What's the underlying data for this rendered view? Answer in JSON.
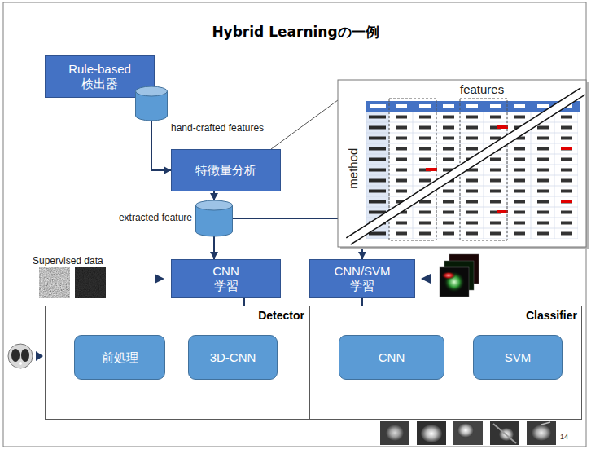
{
  "diagram": {
    "title": "Hybrid Learningの一例",
    "nodes": [
      {
        "text": [
          "Rule-based 検出器"
        ]
      },
      {
        "text": [
          "features",
          "method"
        ]
      },
      {
        "text": [
          "hand-crafted features"
        ]
      },
      {
        "text": [
          "特徴量分析"
        ]
      },
      {
        "text": [
          "extracted feature"
        ]
      },
      {
        "text": [
          "CNN 学習"
        ]
      },
      {
        "text": [
          "CNN/SVM 学習"
        ]
      },
      {
        "text": [
          "Detector"
        ]
      },
      {
        "text": [
          "前処理"
        ],
        "in": 7
      },
      {
        "text": [
          "3D-CNN"
        ],
        "in": 7
      },
      {
        "text": [
          "Classifier"
        ]
      },
      {
        "text": [
          "CNN"
        ],
        "in": 10
      },
      {
        "text": [
          "SVM"
        ],
        "in": 10
      }
    ],
    "edges": [
      {
        "from": 2,
        "to": 3,
        "arrow": "to"
      },
      {
        "from": 3,
        "to": 4,
        "arrow": "to"
      },
      {
        "from": 4,
        "to": 5,
        "arrow": "to"
      },
      {
        "from": 4,
        "to": 6,
        "arrow": "to"
      },
      {
        "from": 5,
        "to": 9,
        "arrow": "to"
      },
      {
        "from": 6,
        "to": 11,
        "arrow": "to"
      },
      {
        "from": 6,
        "to": 12,
        "arrow": "to"
      },
      {
        "from": 8,
        "to": 9,
        "arrow": "to"
      },
      {
        "from": 9,
        "to": 11,
        "arrow": "to"
      },
      {
        "from": 11,
        "to": 12,
        "arrow": "to"
      },
      {
        "from": 3,
        "to": 1,
        "arrow": "none"
      }
    ],
    "labels": [
      "Supervised data",
      "14"
    ]
  }
}
